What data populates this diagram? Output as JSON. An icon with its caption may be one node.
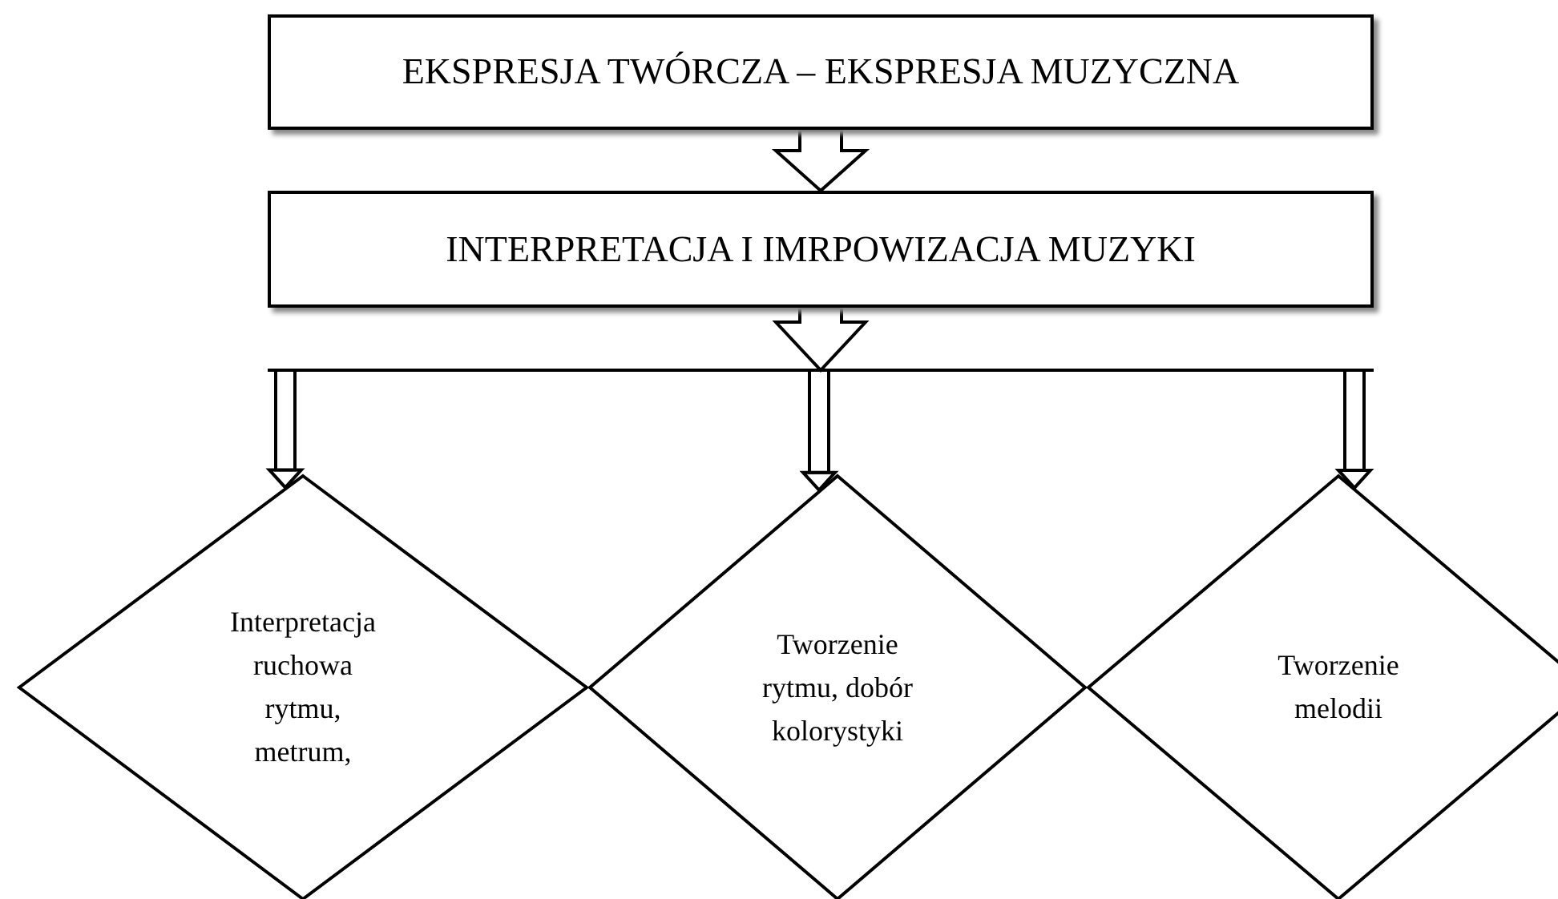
{
  "diagram": {
    "nodes": [
      {
        "text": [
          "EKSPRESJA TWÓRCZA – EKSPRESJA MUZYCZNA"
        ]
      },
      {
        "text": [
          "INTERPRETACJA I IMRPOWIZACJA MUZYKI"
        ]
      },
      {
        "text": [
          "Interpretacja ruchowa rytmu, metrum,"
        ]
      },
      {
        "text": [
          "Tworzenie rytmu, dobór kolorystyki"
        ]
      },
      {
        "text": [
          "Tworzenie melodii"
        ]
      }
    ],
    "edges": [
      {
        "from": 0,
        "to": 1,
        "arrow": "to"
      },
      {
        "from": 1,
        "to": 2,
        "arrow": "to"
      },
      {
        "from": 1,
        "to": 3,
        "arrow": "to"
      },
      {
        "from": 1,
        "to": 4,
        "arrow": "to"
      }
    ]
  }
}
